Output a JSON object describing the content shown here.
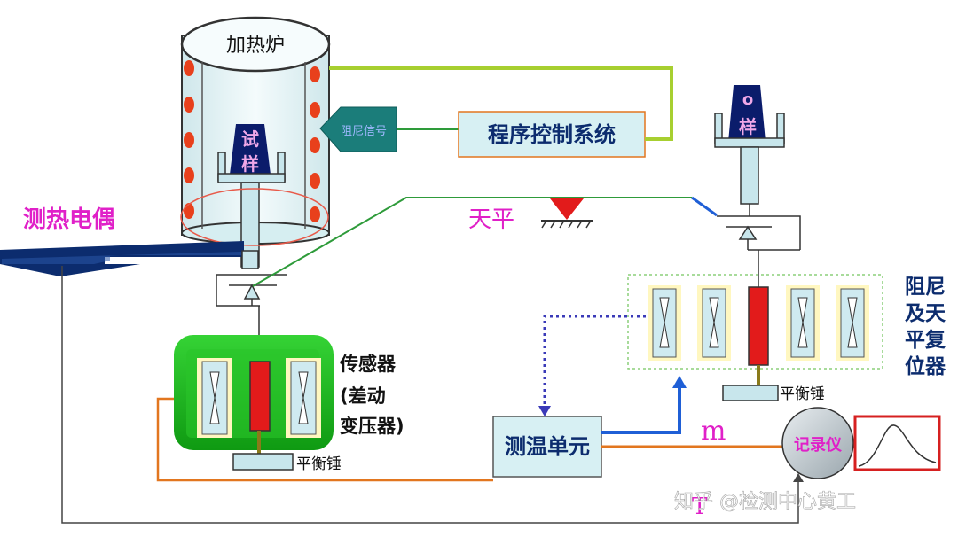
{
  "labels": {
    "furnace": "加热炉",
    "sample_left_top": "试",
    "sample_left_bottom": "样",
    "sample_right_top": "o",
    "sample_right_bottom": "样",
    "damping_signal": "阻尼信号",
    "program_control": "程序控制系统",
    "thermocouple": "测热电偶",
    "balance": "天平",
    "sensor_line1": "传感器",
    "sensor_line2": "(差动",
    "sensor_line3": "变压器)",
    "counterweight_left": "平衡锤",
    "counterweight_right": "平衡锤",
    "temp_unit": "测温单元",
    "m_label": "m",
    "t_label": "T",
    "recorder": "记录仪",
    "damping_reset": [
      "阻尼",
      "及天",
      "平复",
      "位器"
    ],
    "watermark": "知乎 @检测中心黄工"
  },
  "colors": {
    "furnace_fill": "#d9f0f3",
    "heater_dot": "#e8401c",
    "yellowgreen_wire": "#a7cf30",
    "green_wire": "#2e9b3a",
    "blue_wire": "#1f5fd6",
    "orange_wire": "#e2761f",
    "dark_line": "#222222",
    "sensor_green": "#1fb81f",
    "coil_red": "#e21b1b",
    "magenta": "#e020c8",
    "navy": "#0c2c6e",
    "recorder_red": "#d62020"
  }
}
